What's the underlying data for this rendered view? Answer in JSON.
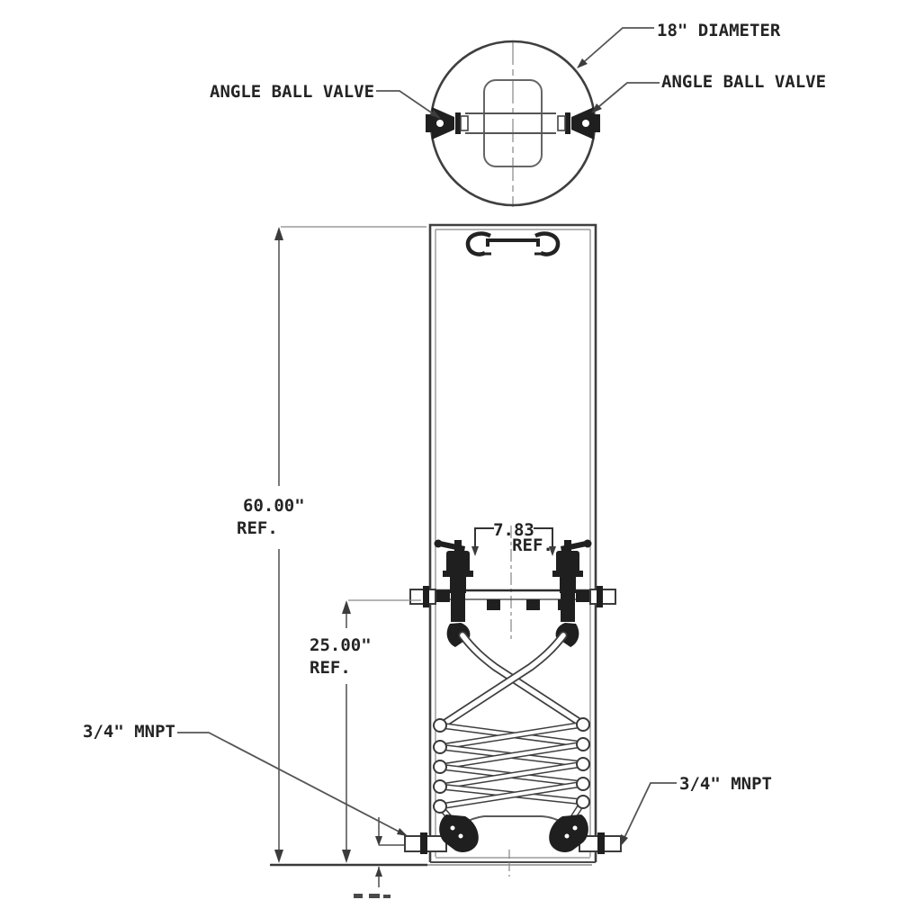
{
  "drawing": {
    "top_view": {
      "diameter_label": "18\" DIAMETER",
      "left_valve_label": "ANGLE BALL VALVE",
      "right_valve_label": "ANGLE BALL VALVE"
    },
    "front_view": {
      "overall_height_value": "60.00\"",
      "overall_height_ref": "REF.",
      "valve_height_value": "25.00\"",
      "valve_height_ref": "REF.",
      "valve_spacing_value": "7.83",
      "valve_spacing_ref": "REF.",
      "left_port_label": "3/4\" MNPT",
      "right_port_label": "3/4\" MNPT"
    }
  }
}
